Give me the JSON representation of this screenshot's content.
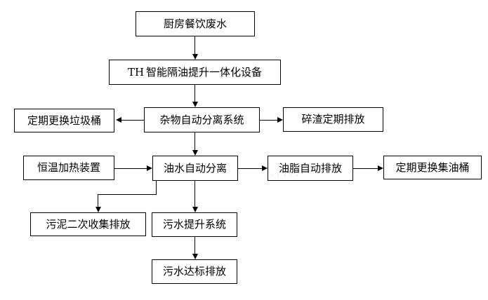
{
  "diagram": {
    "title_text": "",
    "background_color": "#ffffff",
    "line_color": "#000000",
    "text_color": "#000000",
    "nodes": [
      {
        "id": "n1",
        "label": "厨房餐饮废水",
        "prefix": ""
      },
      {
        "id": "n2",
        "label": "智能隔油提升一体化设备",
        "prefix": "TH"
      },
      {
        "id": "n3",
        "label": "定期更换垃圾桶",
        "prefix": ""
      },
      {
        "id": "n4",
        "label": "杂物自动分离系统",
        "prefix": ""
      },
      {
        "id": "n5",
        "label": "碎渣定期排放",
        "prefix": ""
      },
      {
        "id": "n6",
        "label": "恒温加热装置",
        "prefix": ""
      },
      {
        "id": "n7",
        "label": "油水自动分离",
        "prefix": ""
      },
      {
        "id": "n8",
        "label": "油脂自动排放",
        "prefix": ""
      },
      {
        "id": "n9",
        "label": "定期更换集油桶",
        "prefix": ""
      },
      {
        "id": "n10",
        "label": "污泥二次收集排放",
        "prefix": ""
      },
      {
        "id": "n11",
        "label": "污水提升系统",
        "prefix": ""
      },
      {
        "id": "n12",
        "label": "污水达标排放",
        "prefix": ""
      }
    ],
    "artifact_marks": "· · · · ·"
  }
}
